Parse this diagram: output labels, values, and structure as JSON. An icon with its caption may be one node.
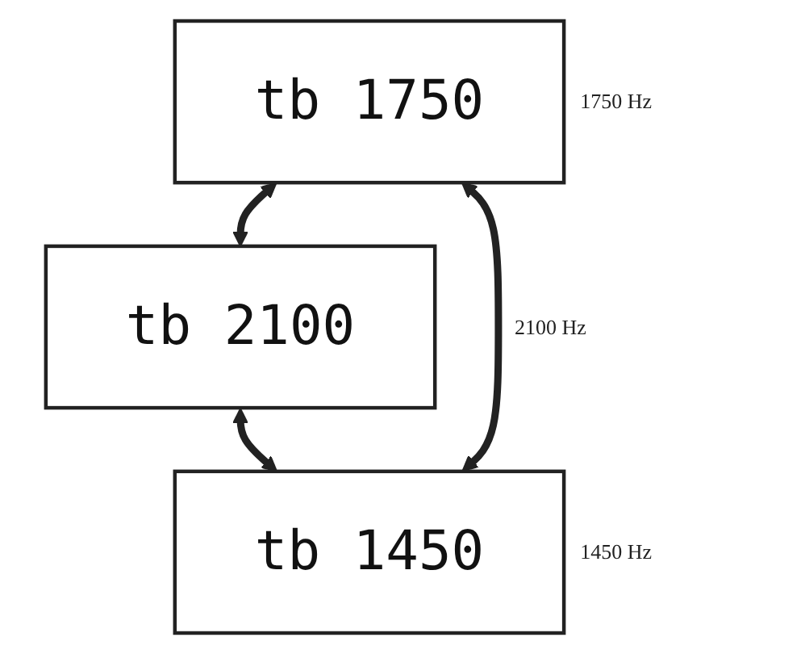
{
  "diagram": {
    "nodes": [
      {
        "text": [
          "tb 1750"
        ],
        "beside": [
          "1750 Hz"
        ]
      },
      {
        "text": [
          "tb 2100"
        ],
        "beside": [
          "2100 Hz"
        ]
      },
      {
        "text": [
          "tb 1450"
        ],
        "beside": [
          "1450 Hz"
        ]
      }
    ],
    "edges": [
      {
        "from": 0,
        "to": 1,
        "arrow": "both"
      },
      {
        "from": 1,
        "to": 2,
        "arrow": "both"
      },
      {
        "from": 2,
        "to": 0,
        "arrow": "both"
      }
    ]
  }
}
